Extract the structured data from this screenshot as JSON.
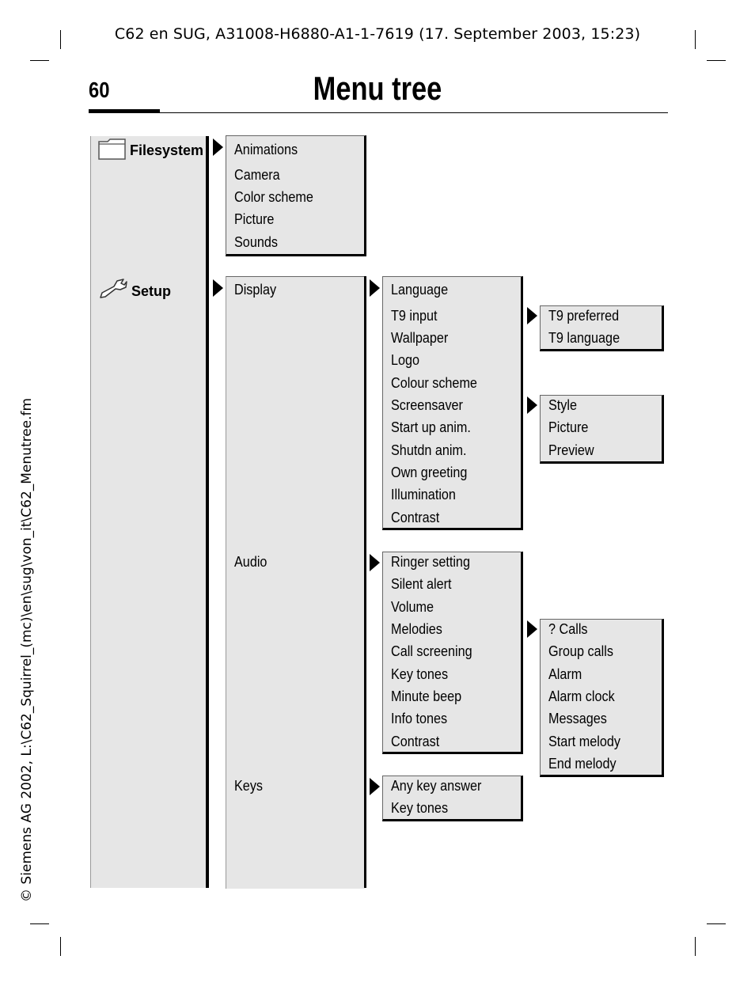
{
  "header": "C62 en SUG, A31008-H6880-A1-1-7619 (17. September 2003, 15:23)",
  "page_number": "60",
  "title": "Menu tree",
  "side_note": "© Siemens AG 2002, L:\\C62_Squirrel_(mc)\\en\\sug\\von_it\\C62_Menutree.fm",
  "menus": {
    "filesystem": {
      "label": "Filesystem",
      "icon": "folder-icon",
      "items": [
        "Animations",
        "Camera",
        "Color scheme",
        "Picture",
        "Sounds"
      ]
    },
    "setup": {
      "label": "Setup",
      "icon": "wrench-icon",
      "items": [
        "Display",
        "Audio",
        "Keys"
      ],
      "display": {
        "items": [
          "Language",
          "T9 input",
          "Wallpaper",
          "Logo",
          "Colour scheme",
          "Screensaver",
          "Start up anim.",
          "Shutdn anim.",
          "Own greeting",
          "Illumination",
          "Contrast"
        ],
        "t9_input": [
          "T9 preferred",
          "T9 language"
        ],
        "screensaver": [
          "Style",
          "Picture",
          "Preview"
        ]
      },
      "audio": {
        "items": [
          "Ringer setting",
          "Silent alert",
          "Volume",
          "Melodies",
          "Call screening",
          "Key tones",
          "Minute beep",
          "Info tones",
          "Contrast"
        ],
        "melodies": [
          "? Calls",
          "Group calls",
          "Alarm",
          "Alarm clock",
          "Messages",
          "Start melody",
          "End melody"
        ]
      },
      "keys": {
        "items": [
          "Any key answer",
          "Key tones"
        ]
      }
    }
  }
}
